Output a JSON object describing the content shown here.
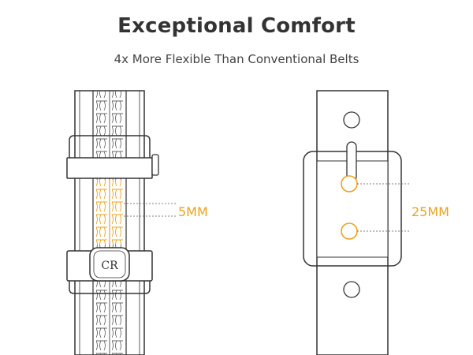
{
  "title": "Exceptional Comfort",
  "subtitle": "4x More Flexible Than Conventional Belts",
  "left_figure": {
    "buckle_logo": "CR",
    "measure_label": "5MM"
  },
  "right_figure": {
    "measure_label": "25MM"
  },
  "colors": {
    "accent": "#E8A31F",
    "outline": "#333333",
    "text": "#333333"
  }
}
